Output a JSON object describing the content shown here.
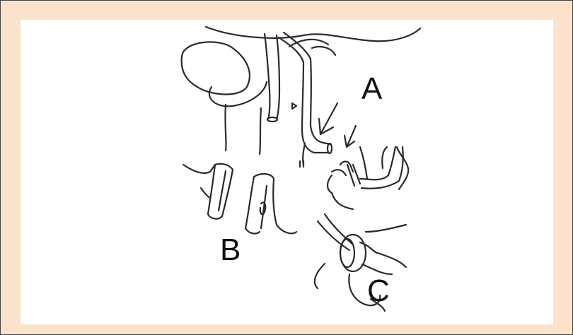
{
  "figure": {
    "labels": {
      "a": "A",
      "b": "B",
      "c": "C"
    },
    "colors": {
      "outer_background": "#fbe3cb",
      "panel_background": "#ffffff",
      "ink": "#2a2a2a"
    }
  }
}
